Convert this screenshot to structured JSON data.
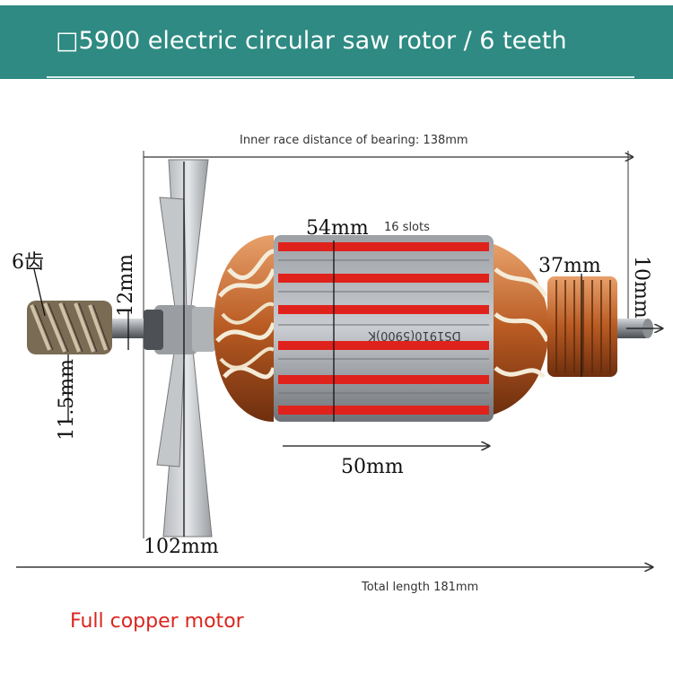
{
  "header": {
    "title": "□5900 electric circular saw rotor / 6 teeth"
  },
  "dimensions": {
    "bearing_distance": "Inner race distance of bearing: 138mm",
    "slots": "16 slots",
    "core_diameter": "54mm",
    "commutator_diameter": "37mm",
    "shaft_end_diameter": "10mm",
    "shaft_front_diameter": "12mm",
    "gear_teeth": "6齿",
    "gear_diameter": "11.5mm",
    "core_length": "50mm",
    "fan_diameter": "102mm",
    "total_length": "Total length 181mm"
  },
  "core_marking": "DS1910(5900)K",
  "footer": {
    "note": "Full copper motor"
  },
  "colors": {
    "banner": "#2e8a82",
    "note_red": "#d9261f",
    "copper": "#b85a22",
    "red_insulation": "#e0221c",
    "steel": "#8b8f94"
  }
}
